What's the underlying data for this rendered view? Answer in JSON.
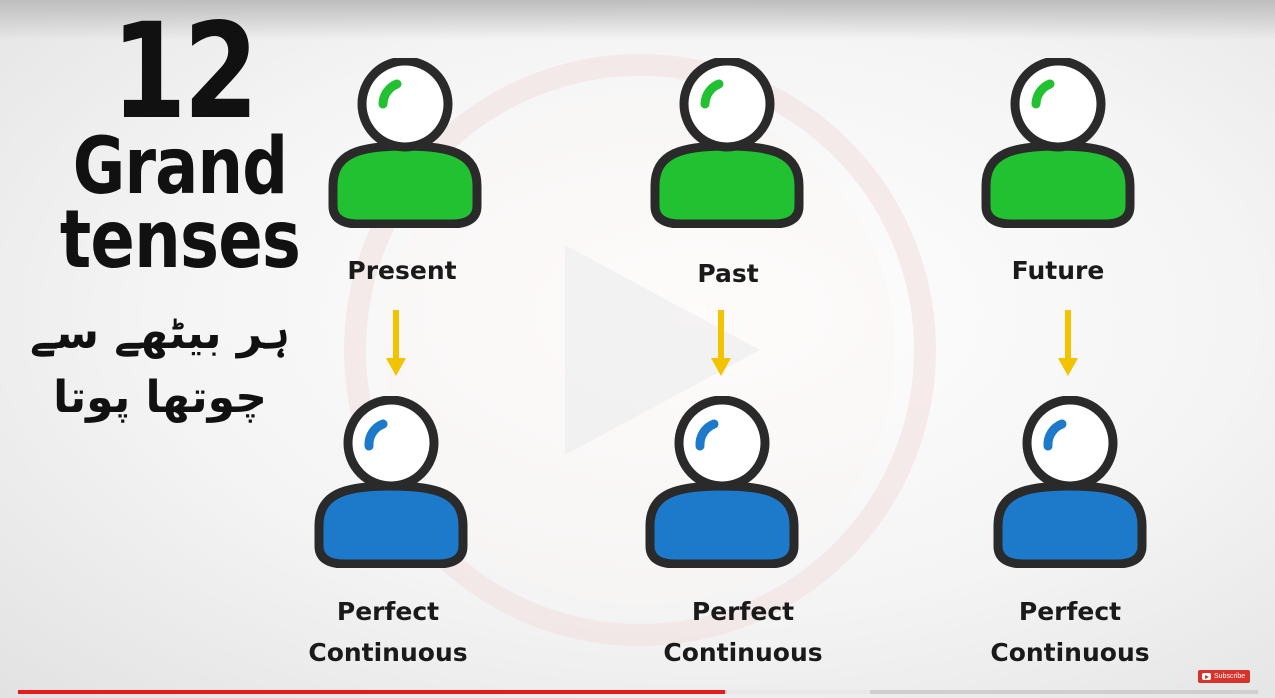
{
  "title": {
    "number": "12",
    "line2": "Grand",
    "line3": "tenses"
  },
  "urdu_text": {
    "line1": "ہر بیٹھے سے",
    "line2": "چوتھا پوتا"
  },
  "columns": [
    {
      "top_label": "Present",
      "bottom_label_line1": "Perfect",
      "bottom_label_line2": "Continuous"
    },
    {
      "top_label": "Past",
      "bottom_label_line1": "Perfect",
      "bottom_label_line2": "Continuous"
    },
    {
      "top_label": "Future",
      "bottom_label_line1": "Perfect",
      "bottom_label_line2": "Continuous"
    }
  ],
  "colors": {
    "top_person": "#22c132",
    "bottom_person": "#1d79c9",
    "arrow": "#f3c300",
    "outline": "#2a2a2a",
    "progress": "#e51c1c"
  },
  "icons": [
    "person-icon",
    "arrow-down-icon",
    "play-watermark-icon",
    "youtube-icon"
  ],
  "player": {
    "progress_fraction": 0.57,
    "subscribe_label": "Subscribe"
  }
}
